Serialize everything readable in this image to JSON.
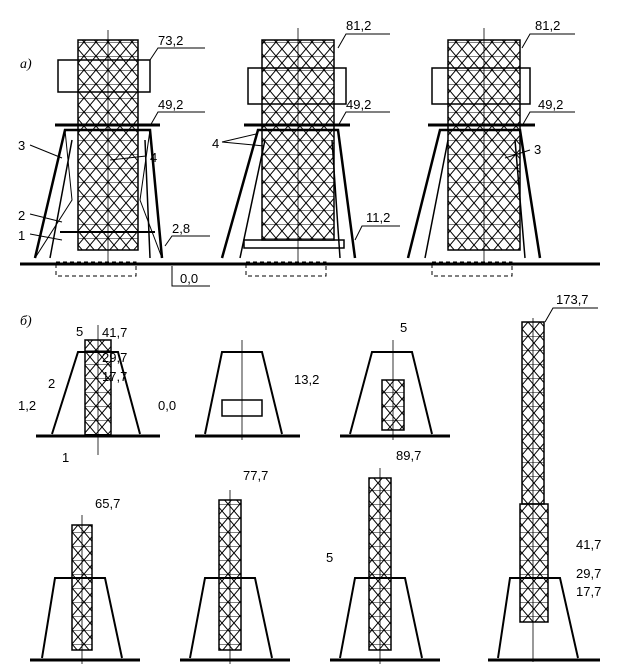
{
  "part_a": {
    "label": "а)",
    "frame_left": {
      "elevations": [
        "73,2",
        "49,2",
        "2,8",
        "0,0"
      ],
      "callouts": [
        "3",
        "4",
        "2",
        "1"
      ]
    },
    "frame_middle": {
      "elevations": [
        "81,2",
        "49,2",
        "11,2"
      ],
      "callouts": [
        "4"
      ]
    },
    "frame_right": {
      "elevations": [
        "81,2",
        "49,2"
      ],
      "callouts": [
        "3"
      ]
    }
  },
  "part_b": {
    "label": "б)",
    "stage1": {
      "elevations": [
        "41,7",
        "29,7",
        "17,7",
        "1,2",
        "0,0"
      ],
      "callouts": [
        "5",
        "2",
        "1"
      ]
    },
    "stage2": {
      "elevations": [
        "13,2"
      ]
    },
    "stage3": {
      "callouts": [
        "5"
      ]
    },
    "stage4": {
      "elevations": [
        "173,7",
        "41,7",
        "29,7",
        "17,7"
      ]
    },
    "stage5": {
      "elevations": [
        "65,7"
      ]
    },
    "stage6": {
      "elevations": [
        "77,7"
      ]
    },
    "stage7": {
      "elevations": [
        "89,7"
      ],
      "callouts": [
        "5"
      ]
    }
  }
}
